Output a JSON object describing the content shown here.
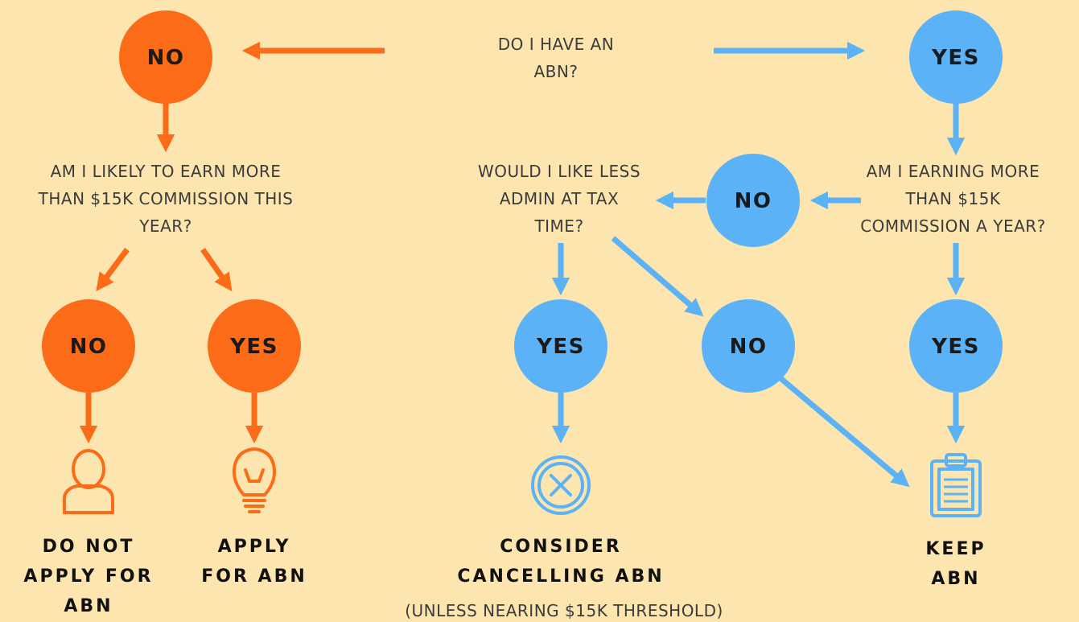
{
  "colors": {
    "background": "#fce5ae",
    "orange": "#fc6b17",
    "blue": "#5bb2f6",
    "text": "#3b3b3b",
    "outcome_text": "#111111"
  },
  "questions": {
    "have_abn": "DO I HAVE AN\nABN?",
    "likely_earn": "AM I LIKELY TO EARN MORE\nTHAN $15K COMMISSION THIS\nYEAR?",
    "less_admin": "WOULD I LIKE LESS\nADMIN AT TAX\nTIME?",
    "earning_more": "AM I EARNING MORE\nTHAN $15K\nCOMMISSION A YEAR?"
  },
  "nodes": {
    "no_abn": "NO",
    "yes_abn": "YES",
    "no_likely": "NO",
    "yes_likely": "YES",
    "no_earning": "NO",
    "yes_admin": "YES",
    "no_admin": "NO",
    "yes_earning": "YES"
  },
  "outcomes": {
    "do_not_apply": "DO NOT\nAPPLY FOR\nABN",
    "apply": "APPLY\nFOR ABN",
    "consider_cancelling": "CONSIDER\nCANCELLING ABN",
    "keep": "KEEP\nABN"
  },
  "note": "(UNLESS NEARING $15K THRESHOLD)",
  "icons": {
    "do_not_apply": "person-icon",
    "apply": "lightbulb-icon",
    "consider_cancelling": "cancel-x-icon",
    "keep": "clipboard-icon"
  }
}
